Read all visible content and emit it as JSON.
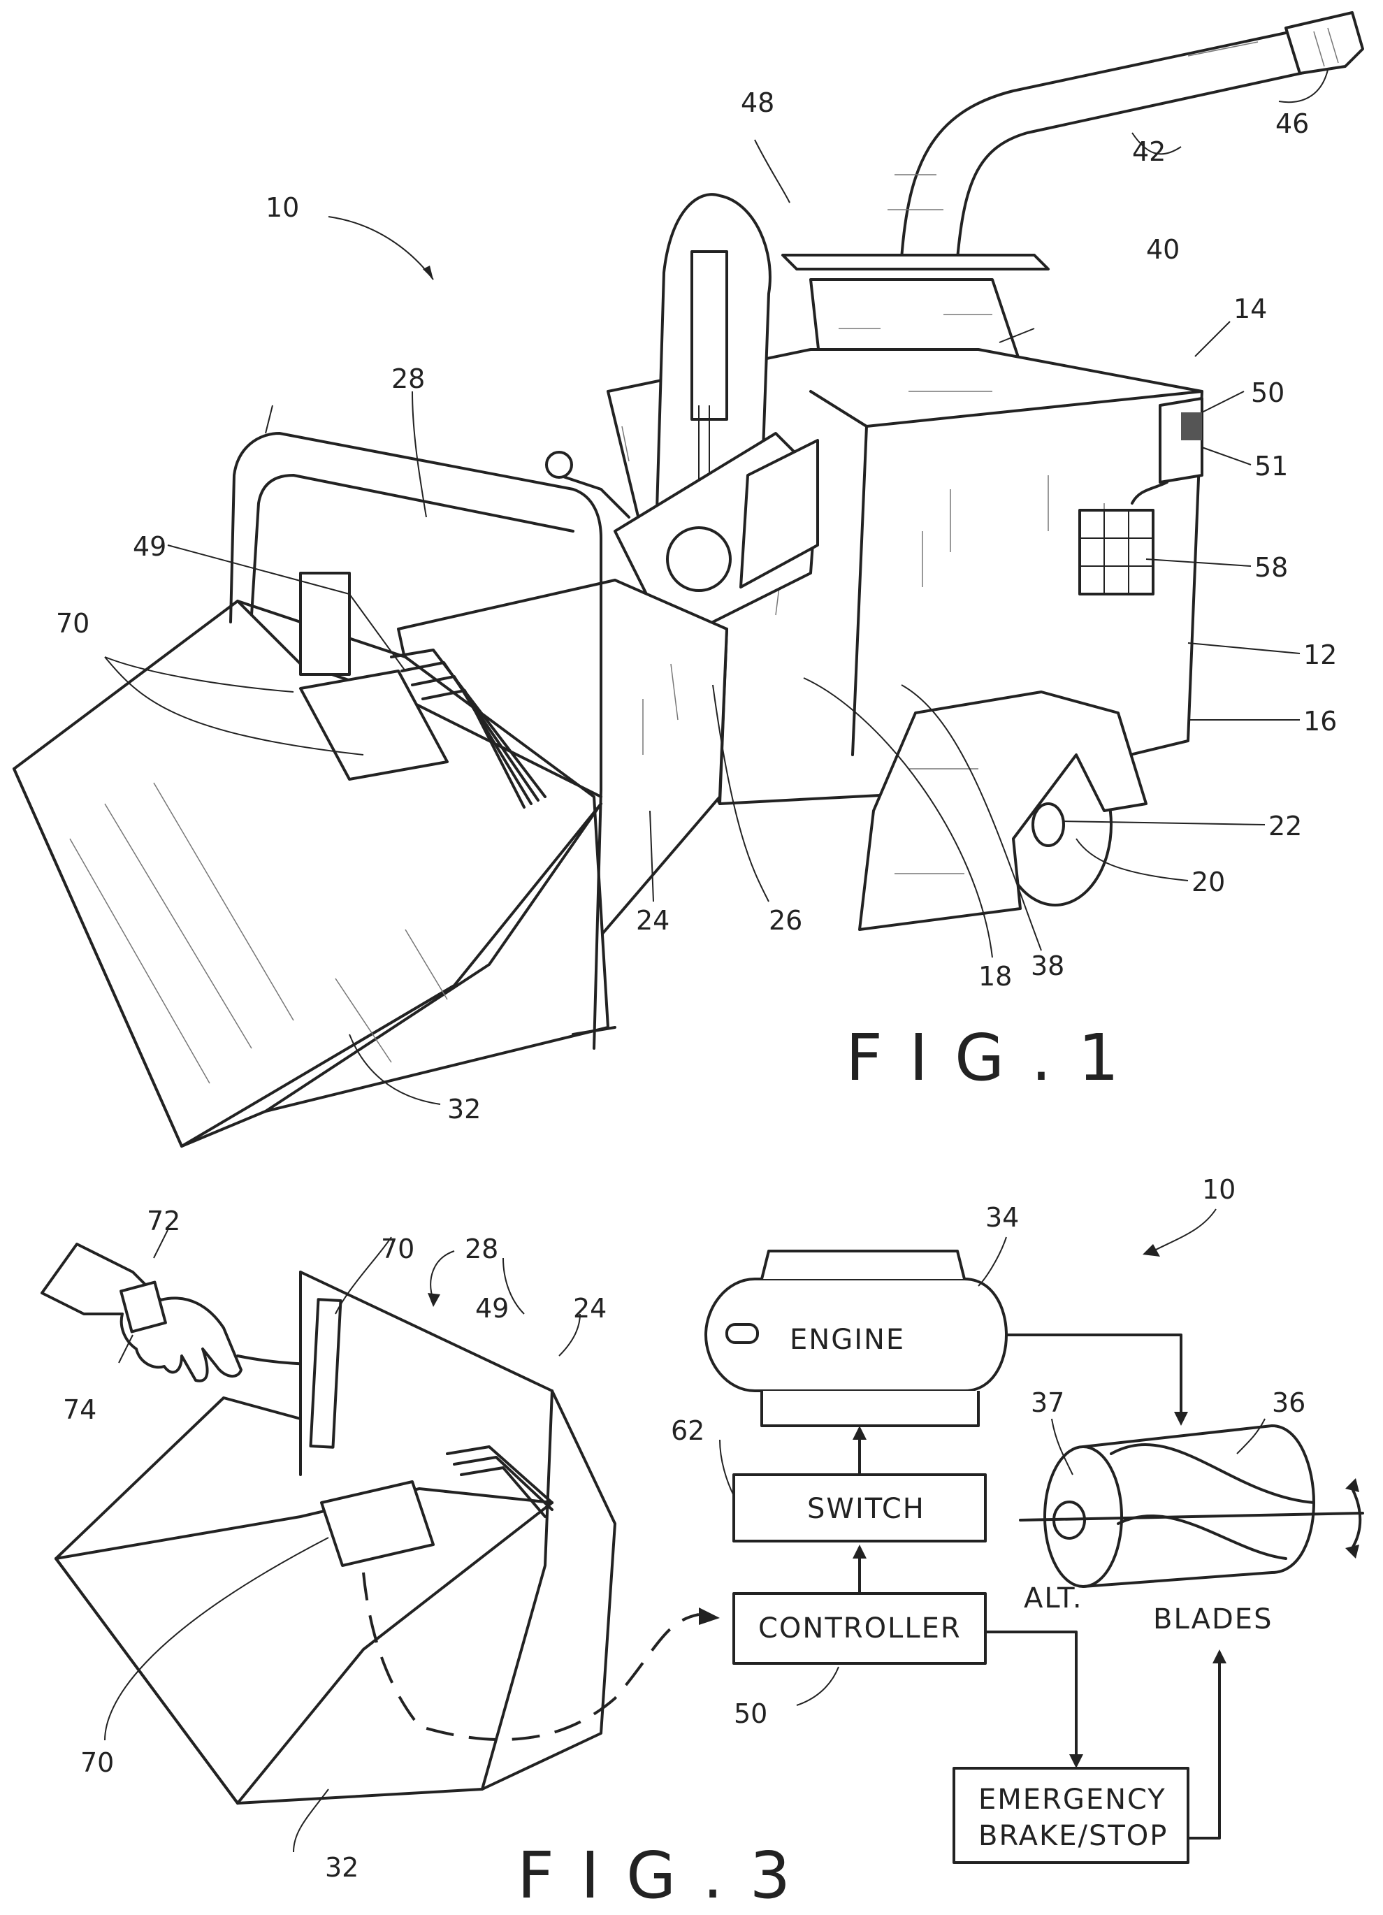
{
  "figures": {
    "fig1": {
      "caption": "FIG.1",
      "labels": [
        "10",
        "48",
        "42",
        "46",
        "40",
        "14",
        "50",
        "51",
        "58",
        "12",
        "16",
        "22",
        "20",
        "38",
        "18",
        "26",
        "24",
        "28",
        "49",
        "70",
        "32"
      ]
    },
    "fig3": {
      "caption": "FIG.3",
      "labels": [
        "72",
        "74",
        "70",
        "28",
        "49",
        "24",
        "70",
        "32",
        "34",
        "10",
        "37",
        "36",
        "62",
        "50"
      ],
      "blocks": {
        "engine": "ENGINE",
        "switch": "SWITCH",
        "controller": "CONTROLLER",
        "emergency_line1": "EMERGENCY",
        "emergency_line2": "BRAKE/STOP",
        "blades": "BLADES",
        "alt": "ALT."
      }
    }
  }
}
